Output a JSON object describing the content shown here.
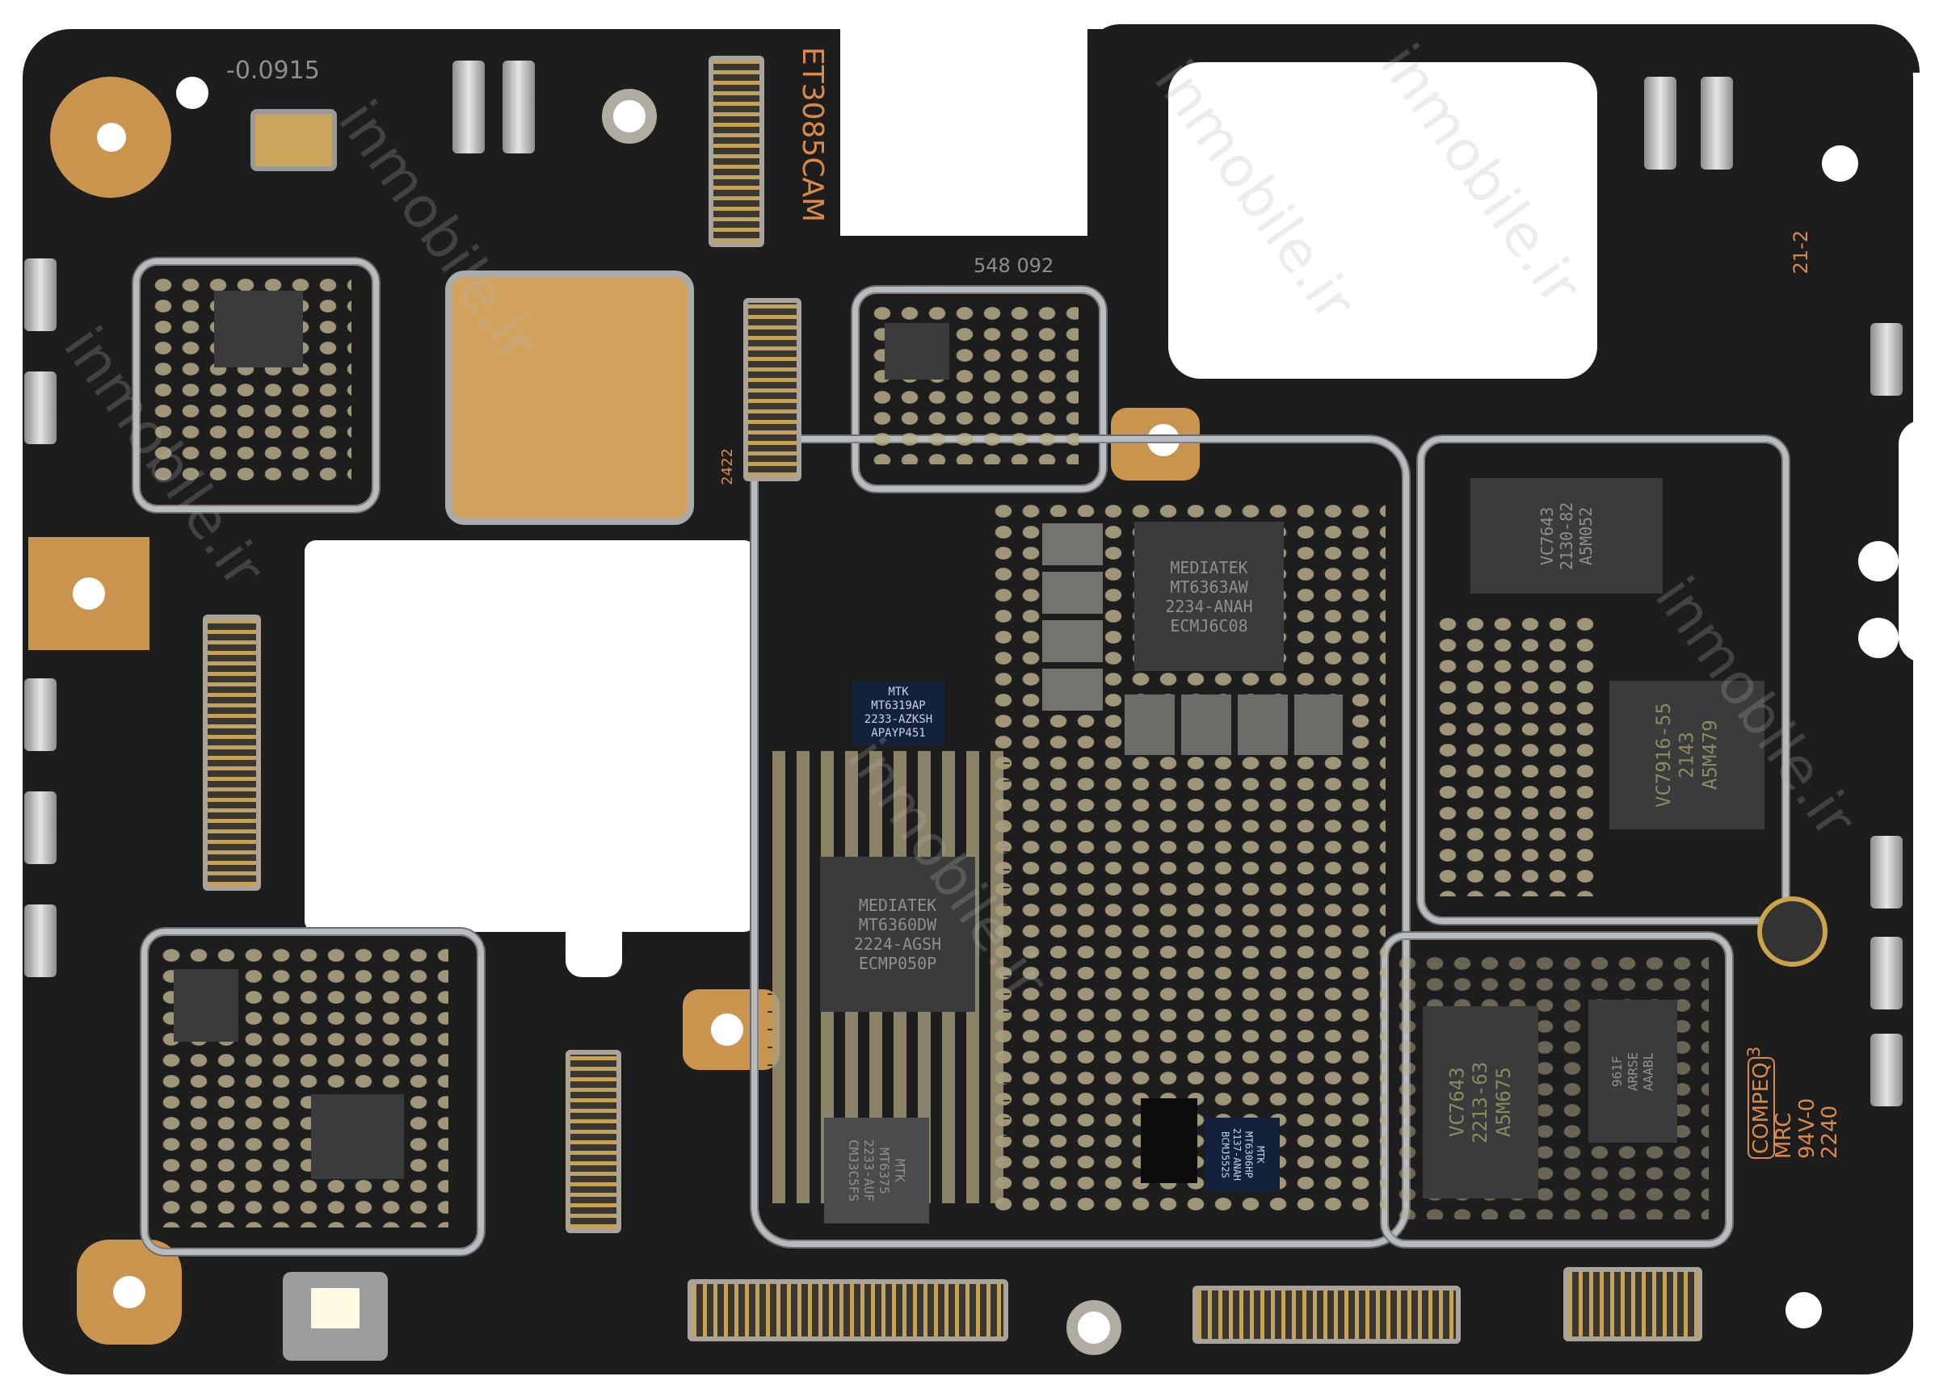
{
  "board": {
    "silkscreen": {
      "camera_label": "ET3085CAM",
      "top_code": "-0.0915",
      "mid_code": "548 092",
      "right_code": "21-2",
      "connector_code": "2422",
      "maker": "COMPEQ",
      "maker_suffix": "3",
      "cert_line1": "MRC",
      "cert_line2": "94V-0",
      "cert_line3": "2240"
    },
    "chips": [
      {
        "name": "pmic-main",
        "lines": [
          "MEDIATEK",
          "MT6363AW",
          "2234-ANAH",
          "ECMJ6C08"
        ]
      },
      {
        "name": "pmic-sub",
        "lines": [
          "MTK",
          "MT6319AP",
          "2233-AZKSH",
          "APAYP451"
        ]
      },
      {
        "name": "charger",
        "lines": [
          "MEDIATEK",
          "MT6360DW",
          "2224-AGSH",
          "ECMP050P"
        ]
      },
      {
        "name": "bottom-mtk",
        "lines": [
          "MTK",
          "MT6375",
          "2233-AUF",
          "CMJ3C5FS"
        ]
      },
      {
        "name": "sim-level-shifter",
        "lines": [
          "MTK",
          "MT6306HP",
          "2137-ANAH",
          "BCMJ552S"
        ]
      },
      {
        "name": "rf-pa-top",
        "lines": [
          "VC7643",
          "2130-82",
          "A5M052"
        ]
      },
      {
        "name": "rf-pa-mid",
        "lines": [
          "VC7916-55",
          "2143",
          "A5M479"
        ]
      },
      {
        "name": "rf-pa-bottom",
        "lines": [
          "VC7643",
          "2213-63",
          "A5M675"
        ]
      },
      {
        "name": "rf-switch",
        "lines": [
          "961F",
          "ARRSE",
          "AAABL"
        ]
      }
    ],
    "watermark": "inmobile.ir",
    "colors": {
      "pcb": "#1d1d1d",
      "gold": "#c9954e",
      "silk": "#d98a4a",
      "shield": "#b9bcbf"
    }
  }
}
